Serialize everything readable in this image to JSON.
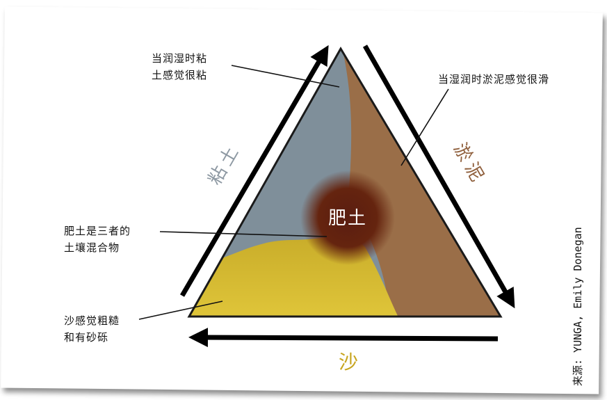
{
  "center_label": "肥土",
  "side_labels": {
    "clay": "粘土",
    "silt": "淤泥",
    "sand": "沙"
  },
  "notes": {
    "clay": [
      "当润湿时粘",
      "土感觉很粘"
    ],
    "silt": "当湿润时淤泥感觉很滑",
    "loam": [
      "肥土是三者的",
      "土壤混合物"
    ],
    "sand": [
      "沙感觉粗糙",
      "和有砂砾"
    ]
  },
  "source": "来源: YUNGA, Emily Donegan",
  "colors": {
    "clay": "#7f8f9a",
    "silt": "#9a6e48",
    "sand": "#d3b72e",
    "loam": "#5a1d10",
    "clay_label": "#8e99a3",
    "silt_label": "#8f5f3c",
    "sand_label": "#c8a51f"
  }
}
